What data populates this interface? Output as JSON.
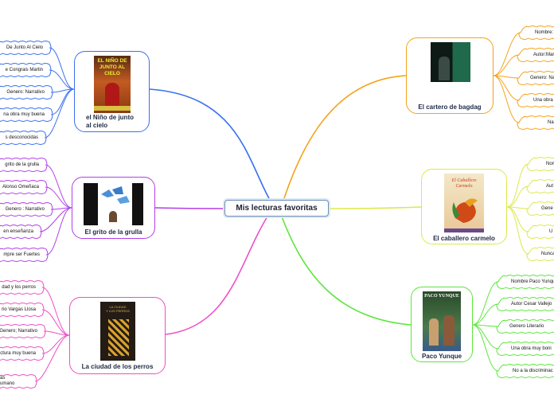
{
  "central": {
    "title": "Mis lecturas favoritas"
  },
  "colors": {
    "blue": "#3a6ff0",
    "purple": "#b33ee8",
    "magenta": "#ee4fc7",
    "orange": "#f5a21a",
    "yellow": "#dde84a",
    "green": "#5ce63a"
  },
  "topics": {
    "nino": {
      "title": "el Niño de junto\nal cielo",
      "cover_title": "EL NIÑO DE\nJUNTO AL\nCIELO",
      "leaves": [
        "De Junto Al Cielo",
        "e Congrais Martin",
        "Genero: Narrativo",
        "na obra muy buena",
        "s desconocidas"
      ]
    },
    "grito": {
      "title": "El grito de la grulla",
      "leaves": [
        "grito de la grulla",
        "Alonso Omeñaca",
        "Genero : Narrativo",
        "en enseñanza",
        "mpre ser Fuertes"
      ]
    },
    "ciudad": {
      "title": "La ciudad de los perros",
      "cover_title": "LA CIUDAD\nY LOS PERROS",
      "leaves": [
        "dad y los perros",
        "rio Vargas Llosa",
        "Genero; Narrativo",
        "ctura muy buena",
        "as\numano"
      ]
    },
    "cartero": {
      "title": "El cartero de bagdag",
      "leaves": [
        "Nombre:",
        "Autor:Mar",
        "Genero: Na",
        "Una obra",
        "Na"
      ]
    },
    "caballero": {
      "title": "El caballero carmelo",
      "cover_title": "El Caballero\nCarmelo",
      "leaves": [
        "Nom",
        "Aut",
        "Gene",
        "U",
        "Nunca"
      ]
    },
    "paco": {
      "title": "Paco Yunque",
      "cover_title": "PACO YUNQUE",
      "leaves": [
        "Nombre Paco Yunqu",
        "Autor Cesar Vallejo",
        "Genero Literario",
        "Una obra muy boni",
        "No a la discriminac"
      ]
    }
  }
}
